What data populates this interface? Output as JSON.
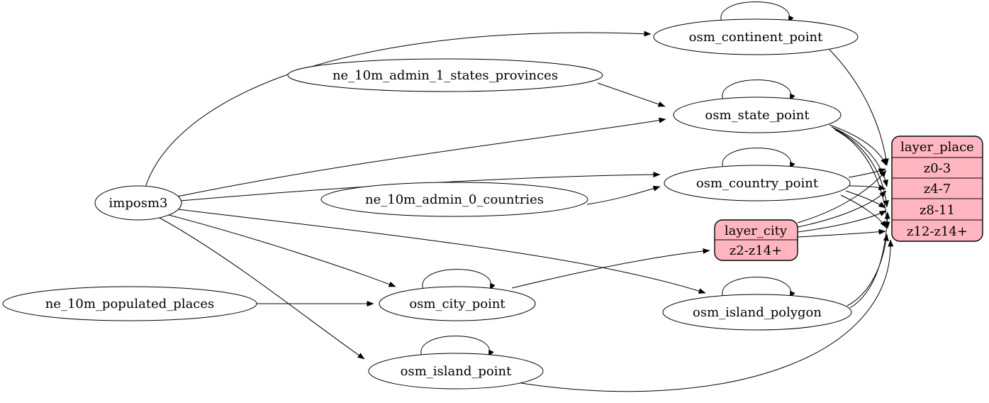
{
  "diagram": {
    "colors": {
      "background": "#ffffff",
      "table_fill": "#ffffff",
      "layer_fill": "#ffb6c1",
      "stroke": "#000000"
    },
    "nodes": {
      "imposm3": {
        "label": "imposm3"
      },
      "ne_10m_admin_1_states_provinces": {
        "label": "ne_10m_admin_1_states_provinces"
      },
      "ne_10m_admin_0_countries": {
        "label": "ne_10m_admin_0_countries"
      },
      "ne_10m_populated_places": {
        "label": "ne_10m_populated_places"
      },
      "osm_continent_point": {
        "label": "osm_continent_point"
      },
      "osm_state_point": {
        "label": "osm_state_point"
      },
      "osm_country_point": {
        "label": "osm_country_point"
      },
      "osm_city_point": {
        "label": "osm_city_point"
      },
      "osm_island_polygon": {
        "label": "osm_island_polygon"
      },
      "osm_island_point": {
        "label": "osm_island_point"
      }
    },
    "records": {
      "layer_city": {
        "title": "layer_city",
        "rows": [
          "z2-z14+"
        ]
      },
      "layer_place": {
        "title": "layer_place",
        "rows": [
          "z0-3",
          "z4-7",
          "z8-11",
          "z12-z14+"
        ]
      }
    },
    "edges": [
      {
        "from": "imposm3",
        "to": "osm_continent_point"
      },
      {
        "from": "imposm3",
        "to": "osm_state_point"
      },
      {
        "from": "imposm3",
        "to": "osm_country_point"
      },
      {
        "from": "imposm3",
        "to": "osm_city_point"
      },
      {
        "from": "imposm3",
        "to": "osm_island_polygon"
      },
      {
        "from": "imposm3",
        "to": "osm_island_point"
      },
      {
        "from": "ne_10m_admin_1_states_provinces",
        "to": "osm_state_point"
      },
      {
        "from": "ne_10m_admin_0_countries",
        "to": "osm_country_point"
      },
      {
        "from": "ne_10m_populated_places",
        "to": "osm_city_point"
      },
      {
        "from": "osm_continent_point",
        "to": "osm_continent_point"
      },
      {
        "from": "osm_state_point",
        "to": "osm_state_point"
      },
      {
        "from": "osm_country_point",
        "to": "osm_country_point"
      },
      {
        "from": "osm_city_point",
        "to": "osm_city_point"
      },
      {
        "from": "osm_island_polygon",
        "to": "osm_island_polygon"
      },
      {
        "from": "osm_island_point",
        "to": "osm_island_point"
      },
      {
        "from": "osm_city_point",
        "to": "layer_city",
        "port": "z2-z14+"
      },
      {
        "from": "osm_continent_point",
        "to": "layer_place",
        "port": "z0-3"
      },
      {
        "from": "osm_state_point",
        "to": "layer_place",
        "port": "z0-3"
      },
      {
        "from": "osm_state_point",
        "to": "layer_place",
        "port": "z4-7"
      },
      {
        "from": "osm_state_point",
        "to": "layer_place",
        "port": "z8-11"
      },
      {
        "from": "osm_state_point",
        "to": "layer_place",
        "port": "z12-z14+"
      },
      {
        "from": "osm_country_point",
        "to": "layer_place",
        "port": "z0-3"
      },
      {
        "from": "osm_country_point",
        "to": "layer_place",
        "port": "z4-7"
      },
      {
        "from": "osm_country_point",
        "to": "layer_place",
        "port": "z8-11"
      },
      {
        "from": "osm_country_point",
        "to": "layer_place",
        "port": "z12-z14+"
      },
      {
        "from": "osm_island_polygon",
        "to": "layer_place",
        "port": "z8-11"
      },
      {
        "from": "osm_island_polygon",
        "to": "layer_place",
        "port": "z12-z14+"
      },
      {
        "from": "osm_island_point",
        "to": "layer_place",
        "port": "z12-z14+"
      },
      {
        "from": "layer_city",
        "to": "layer_place",
        "port": "z0-3"
      },
      {
        "from": "layer_city",
        "to": "layer_place",
        "port": "z4-7"
      },
      {
        "from": "layer_city",
        "to": "layer_place",
        "port": "z8-11"
      },
      {
        "from": "layer_city",
        "to": "layer_place",
        "port": "z12-z14+"
      }
    ]
  }
}
